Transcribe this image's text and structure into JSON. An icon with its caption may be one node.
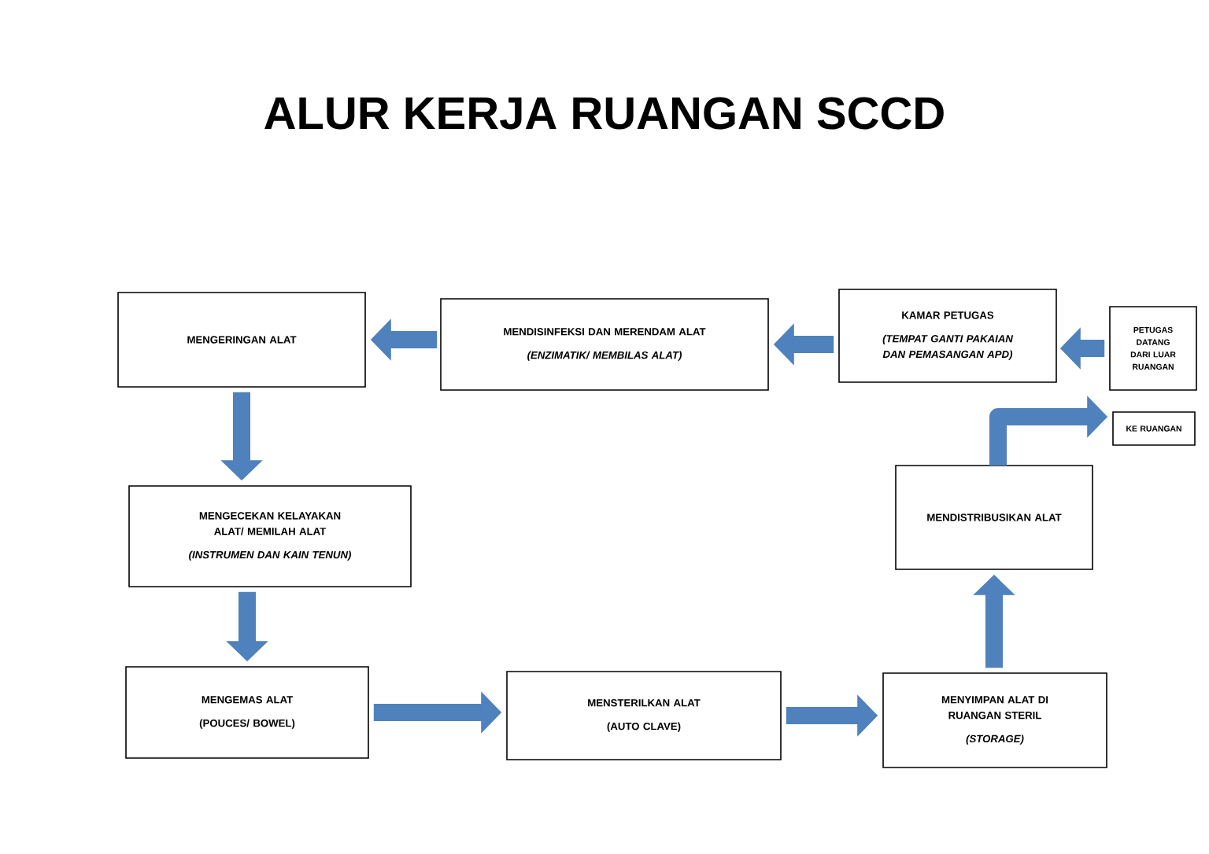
{
  "diagram": {
    "title": "ALUR KERJA RUANGAN SCCD",
    "nodes": [
      {
        "text": [
          "PETUGAS DATANG DARI LUAR RUANGAN"
        ]
      },
      {
        "text": [
          "KAMAR PETUGAS",
          "(TEMPAT GANTI PAKAIAN DAN PEMASANGAN APD)"
        ]
      },
      {
        "text": [
          "MENDISINFEKSI DAN MERENDAM ALAT",
          "(ENZIMATIK/ MEMBILAS ALAT)"
        ]
      },
      {
        "text": [
          "MENGERINGAN ALAT"
        ]
      },
      {
        "text": [
          "MENGECEKAN KELAYAKAN ALAT/ MEMILAH ALAT",
          "(INSTRUMEN DAN KAIN TENUN)"
        ]
      },
      {
        "text": [
          "MENGEMAS  ALAT",
          "(POUCES/ BOWEL)"
        ]
      },
      {
        "text": [
          "MENSTERILKAN ALAT",
          "(AUTO CLAVE)"
        ]
      },
      {
        "text": [
          "MENYIMPAN ALAT DI RUANGAN STERIL",
          "(STORAGE)"
        ]
      },
      {
        "text": [
          "MENDISTRIBUSIKAN ALAT"
        ]
      },
      {
        "text": [
          "KE RUANGAN"
        ]
      }
    ],
    "edges": [
      {
        "from": 0,
        "to": 1,
        "arrow": "to"
      },
      {
        "from": 1,
        "to": 2,
        "arrow": "to"
      },
      {
        "from": 2,
        "to": 3,
        "arrow": "to"
      },
      {
        "from": 3,
        "to": 4,
        "arrow": "to"
      },
      {
        "from": 4,
        "to": 5,
        "arrow": "to"
      },
      {
        "from": 5,
        "to": 6,
        "arrow": "to"
      },
      {
        "from": 6,
        "to": 7,
        "arrow": "to"
      },
      {
        "from": 7,
        "to": 8,
        "arrow": "to"
      },
      {
        "from": 8,
        "to": 9,
        "arrow": "to"
      }
    ]
  }
}
